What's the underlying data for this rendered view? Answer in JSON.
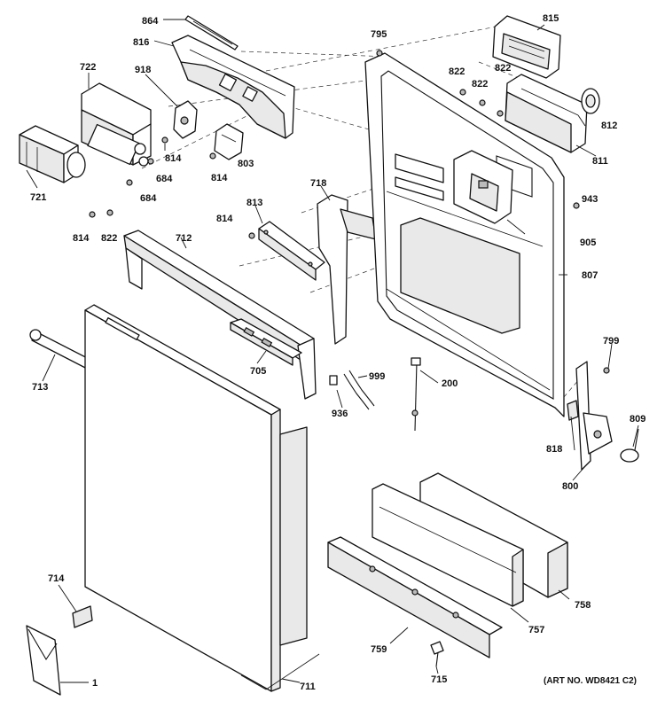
{
  "art_number": "(ART NO. WD8421 C2)",
  "labels": {
    "l864": "864",
    "l816": "816",
    "l722": "722",
    "l918": "918",
    "l721": "721",
    "l814a": "814",
    "l814b": "814",
    "l814c": "814",
    "l814d": "814",
    "l684a": "684",
    "l684b": "684",
    "l822a": "822",
    "l822b": "822",
    "l822c": "822",
    "l822d": "822",
    "l803": "803",
    "l795": "795",
    "l815": "815",
    "l812": "812",
    "l811": "811",
    "l943": "943",
    "l905": "905",
    "l807": "807",
    "l718": "718",
    "l813": "813",
    "l712": "712",
    "l705": "705",
    "l999": "999",
    "l936": "936",
    "l200": "200",
    "l799": "799",
    "l818": "818",
    "l809": "809",
    "l800": "800",
    "l713": "713",
    "l714": "714",
    "l1": "1",
    "l711": "711",
    "l759": "759",
    "l715": "715",
    "l757": "757",
    "l758": "758"
  }
}
